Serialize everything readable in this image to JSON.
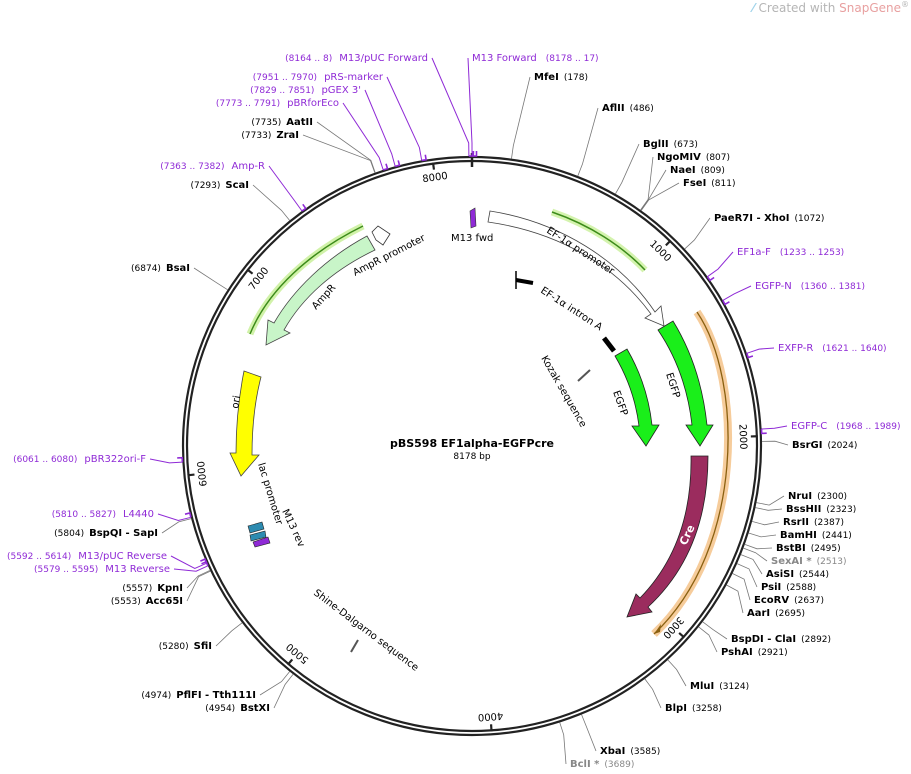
{
  "watermark": {
    "prefix": "Created with ",
    "brand": "SnapGene",
    "mark": "®"
  },
  "plasmid": {
    "name": "pBS598 EF1alpha-EGFPcre",
    "size_label": "8178 bp",
    "length": 8178
  },
  "ticks": [
    {
      "pos": 1000,
      "label": "1000"
    },
    {
      "pos": 2000,
      "label": "2000"
    },
    {
      "pos": 3000,
      "label": "3000"
    },
    {
      "pos": 4000,
      "label": "4000"
    },
    {
      "pos": 5000,
      "label": "5000"
    },
    {
      "pos": 6000,
      "label": "6000"
    },
    {
      "pos": 7000,
      "label": "7000"
    },
    {
      "pos": 8000,
      "label": "8000"
    }
  ],
  "enzymes": [
    {
      "name": "MfeI",
      "pos": "(178)",
      "side": "R"
    },
    {
      "name": "AflII",
      "pos": "(486)",
      "side": "R"
    },
    {
      "name": "BglII",
      "pos": "(673)",
      "side": "R"
    },
    {
      "name": "NgoMIV",
      "pos": "(807)",
      "side": "R"
    },
    {
      "name": "NaeI",
      "pos": "(809)",
      "side": "R"
    },
    {
      "name": "FseI",
      "pos": "(811)",
      "side": "R"
    },
    {
      "name": "PaeR7I - XhoI",
      "pos": "(1072)",
      "side": "R"
    },
    {
      "name": "BsrGI",
      "pos": "(2024)",
      "side": "R"
    },
    {
      "name": "NruI",
      "pos": "(2300)",
      "side": "R"
    },
    {
      "name": "BssHII",
      "pos": "(2323)",
      "side": "R"
    },
    {
      "name": "RsrII",
      "pos": "(2387)",
      "side": "R"
    },
    {
      "name": "BamHI",
      "pos": "(2441)",
      "side": "R"
    },
    {
      "name": "BstBI",
      "pos": "(2495)",
      "side": "R"
    },
    {
      "name": "SexAI *",
      "pos": "(2513)",
      "side": "R",
      "grey": true
    },
    {
      "name": "AsiSI",
      "pos": "(2544)",
      "side": "R"
    },
    {
      "name": "PsiI",
      "pos": "(2588)",
      "side": "R"
    },
    {
      "name": "EcoRV",
      "pos": "(2637)",
      "side": "R"
    },
    {
      "name": "AarI",
      "pos": "(2695)",
      "side": "R"
    },
    {
      "name": "BspDI - ClaI",
      "pos": "(2892)",
      "side": "R"
    },
    {
      "name": "PshAI",
      "pos": "(2921)",
      "side": "R"
    },
    {
      "name": "MluI",
      "pos": "(3124)",
      "side": "R"
    },
    {
      "name": "BlpI",
      "pos": "(3258)",
      "side": "R"
    },
    {
      "name": "XbaI",
      "pos": "(3585)",
      "side": "R"
    },
    {
      "name": "BclI *",
      "pos": "(3689)",
      "side": "R",
      "grey": true
    },
    {
      "name": "BstXI",
      "pos": "(4954)",
      "side": "L"
    },
    {
      "name": "PflFI - Tth111I",
      "pos": "(4974)",
      "side": "L"
    },
    {
      "name": "SfiI",
      "pos": "(5280)",
      "side": "L"
    },
    {
      "name": "Acc65I",
      "pos": "(5553)",
      "side": "L"
    },
    {
      "name": "KpnI",
      "pos": "(5557)",
      "side": "L"
    },
    {
      "name": "BspQI - SapI",
      "pos": "(5804)",
      "side": "L"
    },
    {
      "name": "BsaI",
      "pos": "(6874)",
      "side": "L"
    },
    {
      "name": "ScaI",
      "pos": "(7293)",
      "side": "L"
    },
    {
      "name": "ZraI",
      "pos": "(7733)",
      "side": "L"
    },
    {
      "name": "AatII",
      "pos": "(7735)",
      "side": "L"
    }
  ],
  "primers": [
    {
      "name": "M13 Forward",
      "pos": "(8178 .. 17)",
      "side": "R"
    },
    {
      "name": "EF1a-F",
      "pos": "(1233 .. 1253)",
      "side": "R"
    },
    {
      "name": "EGFP-N",
      "pos": "(1360 .. 1381)",
      "side": "R"
    },
    {
      "name": "EXFP-R",
      "pos": "(1621 .. 1640)",
      "side": "R"
    },
    {
      "name": "EGFP-C",
      "pos": "(1968 .. 1989)",
      "side": "R"
    },
    {
      "name": "M13/pUC Forward",
      "pos": "(8164 .. 8)",
      "side": "L"
    },
    {
      "name": "pRS-marker",
      "pos": "(7951 .. 7970)",
      "side": "L"
    },
    {
      "name": "pGEX 3'",
      "pos": "(7829 .. 7851)",
      "side": "L"
    },
    {
      "name": "pBRforEco",
      "pos": "(7773 .. 7791)",
      "side": "L"
    },
    {
      "name": "Amp-R",
      "pos": "(7363 .. 7382)",
      "side": "L"
    },
    {
      "name": "pBR322ori-F",
      "pos": "(6061 .. 6080)",
      "side": "L"
    },
    {
      "name": "L4440",
      "pos": "(5810 .. 5827)",
      "side": "L"
    },
    {
      "name": "M13/pUC Reverse",
      "pos": "(5592 .. 5614)",
      "side": "L"
    },
    {
      "name": "M13 Reverse",
      "pos": "(5579 .. 5595)",
      "side": "L"
    }
  ],
  "features": [
    {
      "label": "EF-1α promoter",
      "color": "#ffffff"
    },
    {
      "label": "EF-1α intron A",
      "color": "#000000"
    },
    {
      "label": "EGFP",
      "color": "#1aef1a"
    },
    {
      "label": "EGFP",
      "color": "#1aef1a"
    },
    {
      "label": "Cre",
      "color": "#9b2c5e"
    },
    {
      "label": "Kozak sequence",
      "color": "#888888"
    },
    {
      "label": "M13 fwd",
      "color": "#8f2ad6"
    },
    {
      "label": "AmpR promoter",
      "color": "#ffffff"
    },
    {
      "label": "AmpR",
      "color": "#c8f5c8"
    },
    {
      "label": "ori",
      "color": "#ffff00"
    },
    {
      "label": "lac promoter",
      "color": "#2d8bb0"
    },
    {
      "label": "M13 rev",
      "color": "#8f2ad6"
    },
    {
      "label": "Shine-Dalgarno sequence",
      "color": "#888888"
    }
  ],
  "colors": {
    "enzyme": "#000000",
    "enzyme_grey": "#888888",
    "primer": "#8f2ad6",
    "backbone": "#222222",
    "orf_highlight": "#f5c38a",
    "orf_line": "#a27420"
  }
}
